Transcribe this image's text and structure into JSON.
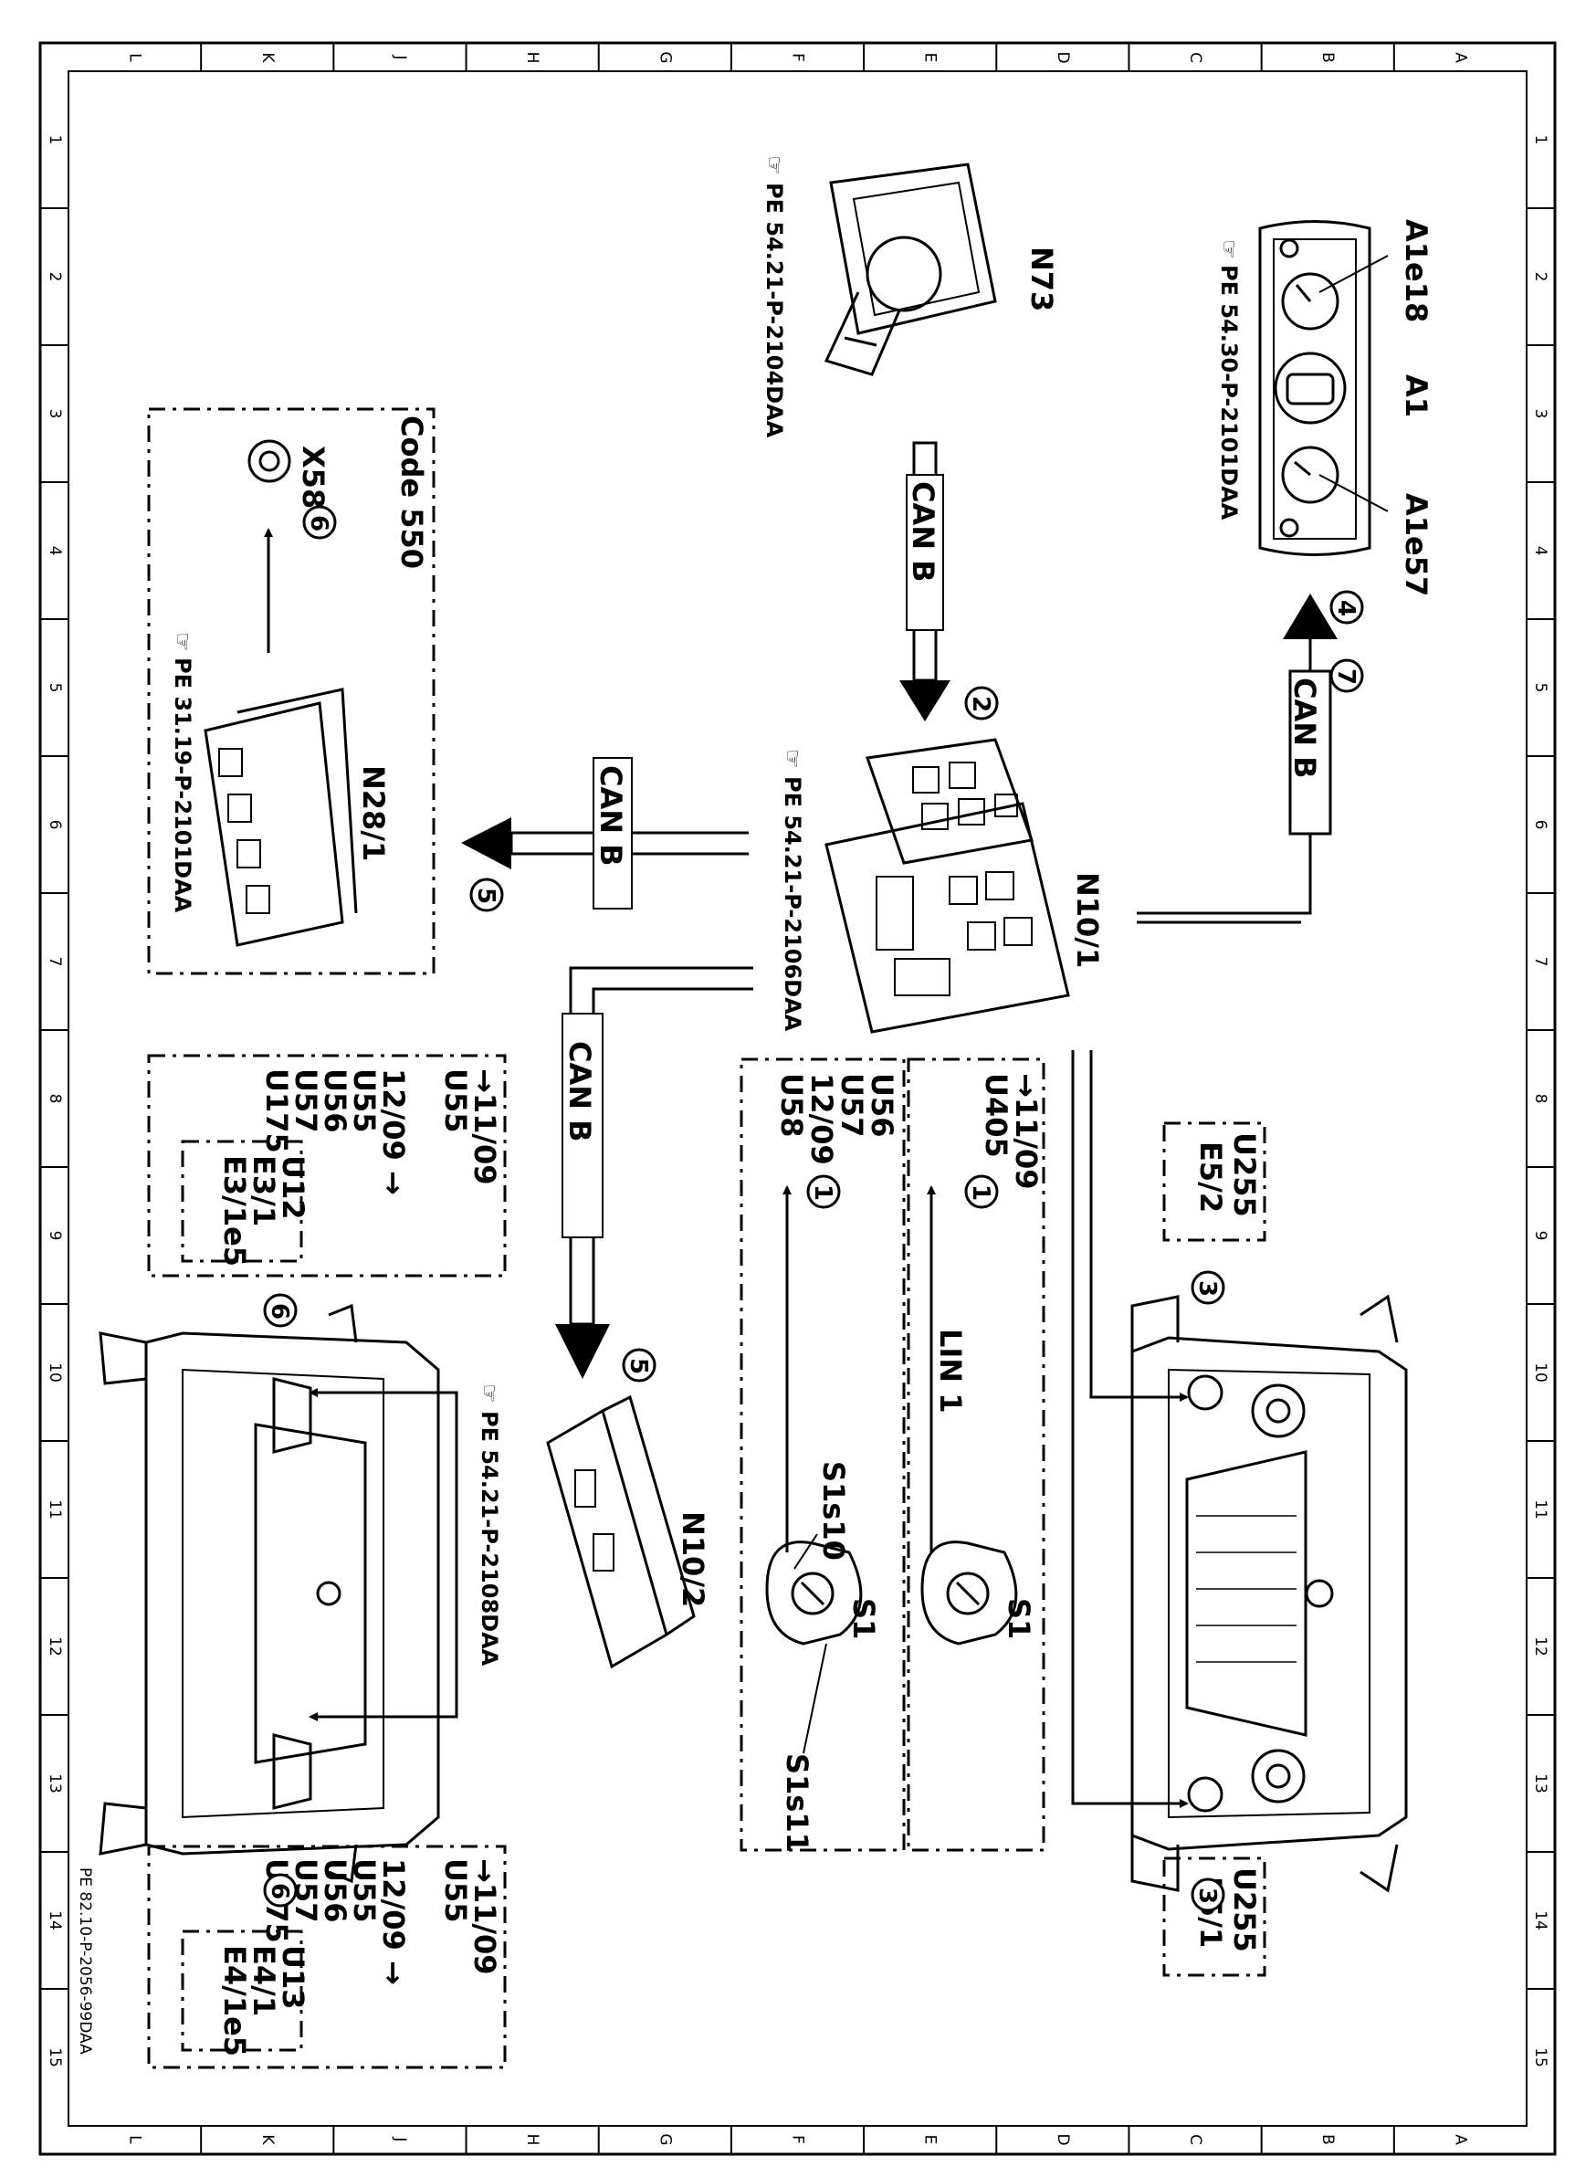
{
  "grid": {
    "letters": [
      "L",
      "K",
      "J",
      "H",
      "G",
      "F",
      "E",
      "D",
      "C",
      "B",
      "A"
    ],
    "numbers": [
      "1",
      "2",
      "3",
      "4",
      "5",
      "6",
      "7",
      "8",
      "9",
      "10",
      "11",
      "12",
      "13",
      "14",
      "15"
    ]
  },
  "doc_ref": "PE 82.10-P-2056-99DAA",
  "components": {
    "n73": {
      "label": "N73",
      "ref": "PE 54.21-P-2104DAA"
    },
    "a1": {
      "label": "A1",
      "gauge_left": "A1e18",
      "gauge_right": "A1e57",
      "ref": "PE 54.30-P-2101DAA"
    },
    "n10_1": {
      "label": "N10/1",
      "ref": "PE 54.21-P-2106DAA"
    },
    "n28_1": {
      "label": "N28/1",
      "ref": "PE 31.19-P-2101DAA"
    },
    "x58": {
      "label": "X58",
      "code": "Code 550"
    },
    "n10_2": {
      "label": "N10/2",
      "ref": "PE 54.21-P-2108DAA"
    },
    "s1_upper": {
      "label": "S1"
    },
    "s1_lower": {
      "label": "S1",
      "s1s10": "S1s10",
      "s1s11": "S1s11"
    }
  },
  "buses": {
    "can_b": "CAN B",
    "lin_1": "LIN 1"
  },
  "steps": {
    "s1": "1",
    "s2": "2",
    "s3": "3",
    "s4": "4",
    "s5": "5",
    "s6": "6",
    "s7": "7"
  },
  "variant_boxes": {
    "lin_upper": {
      "line1": "→11/09",
      "line2": "U405"
    },
    "lin_lower": {
      "line1": "U56",
      "line2": "U57",
      "line3": "12/09 →",
      "line4": "U58"
    },
    "e5_2": {
      "line1": "U255",
      "line2": "E5/2"
    },
    "e5_1": {
      "line1": "U255",
      "line2": "E5/1"
    },
    "rear_upper": {
      "line1": "→11/09",
      "line2": "U55",
      "line3": "12/09 →",
      "line4": "U55",
      "line5": "U56",
      "line6": "U57",
      "line7": "U175",
      "sub1": "U12",
      "sub2": "E3/1",
      "sub3": "E3/1e5"
    },
    "rear_lower": {
      "line1": "→11/09",
      "line2": "U55",
      "line3": "12/09 →",
      "line4": "U55",
      "line5": "U56",
      "line6": "U57",
      "line7": "U175",
      "sub1": "U13",
      "sub2": "E4/1",
      "sub3": "E4/1e5"
    }
  }
}
